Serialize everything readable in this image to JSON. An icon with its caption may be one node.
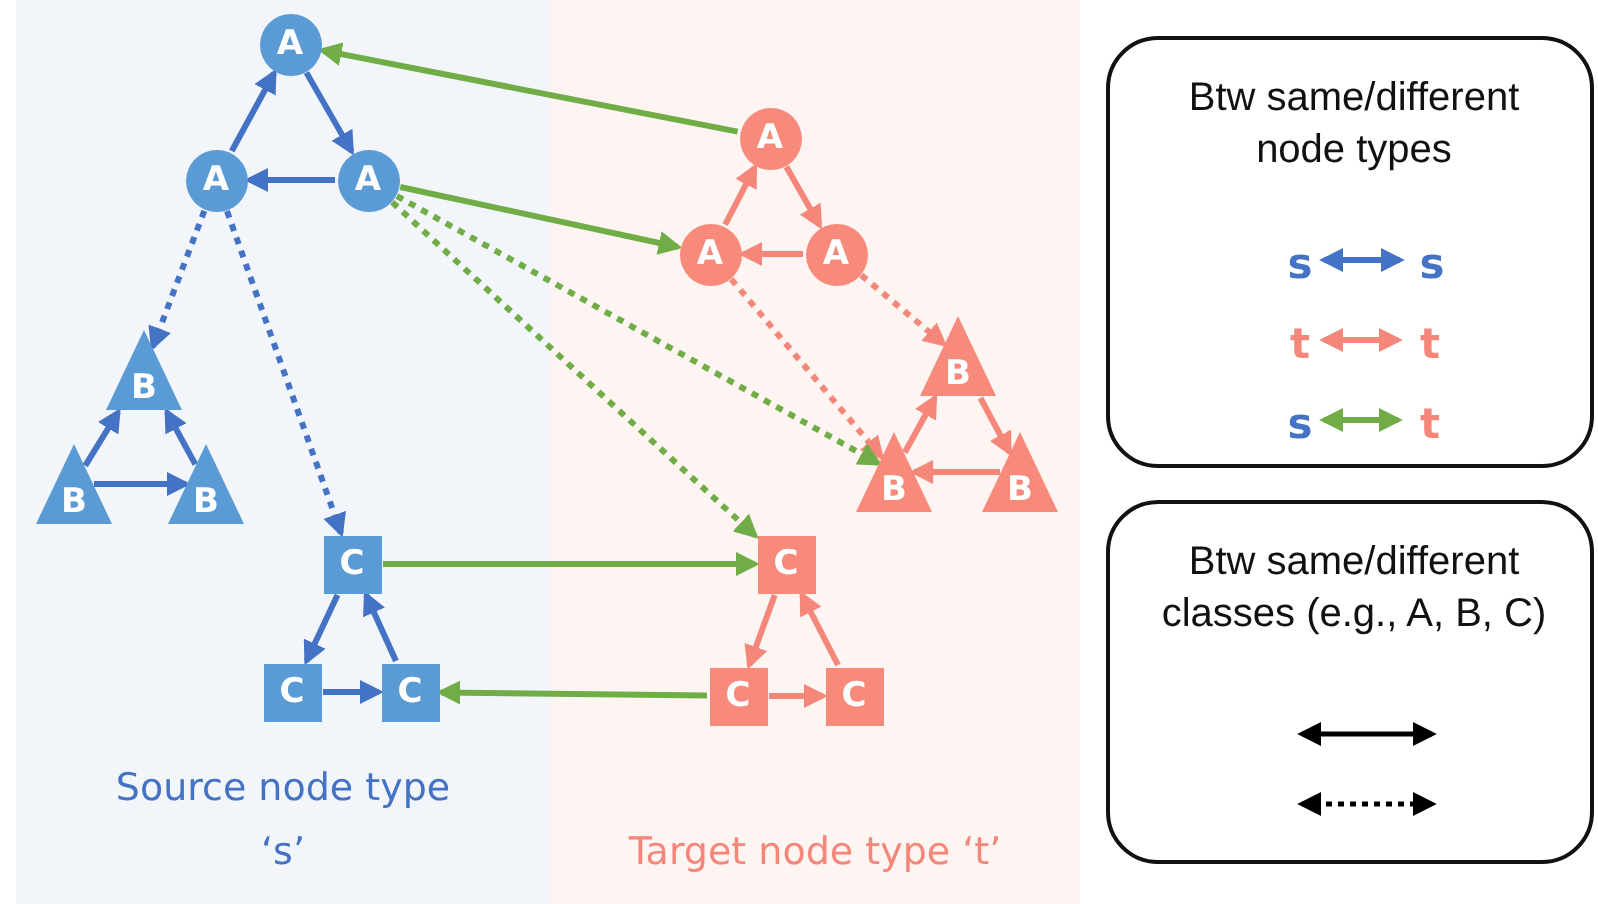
{
  "diagram": {
    "nodes": [
      {
        "text": [
          "Source node type ‘s’"
        ]
      },
      {
        "text": [
          "A"
        ],
        "in": 0
      },
      {
        "text": [
          "A"
        ],
        "in": 0
      },
      {
        "text": [
          "A"
        ],
        "in": 0
      },
      {
        "text": [
          "B"
        ],
        "in": 0
      },
      {
        "text": [
          "B"
        ],
        "in": 0
      },
      {
        "text": [
          "B"
        ],
        "in": 0
      },
      {
        "text": [
          "C"
        ],
        "in": 0
      },
      {
        "text": [
          "C"
        ],
        "in": 0
      },
      {
        "text": [
          "C"
        ],
        "in": 0
      },
      {
        "text": [
          "Target node type ‘t’"
        ]
      },
      {
        "text": [
          "A"
        ],
        "in": 10
      },
      {
        "text": [
          "A"
        ],
        "in": 10
      },
      {
        "text": [
          "A"
        ],
        "in": 10
      },
      {
        "text": [
          "B"
        ],
        "in": 10
      },
      {
        "text": [
          "B"
        ],
        "in": 10
      },
      {
        "text": [
          "B"
        ],
        "in": 10
      },
      {
        "text": [
          "C"
        ],
        "in": 10
      },
      {
        "text": [
          "C"
        ],
        "in": 10
      },
      {
        "text": [
          "C"
        ],
        "in": 10
      },
      {
        "text": [
          "Btw same/different node types"
        ]
      },
      {
        "text": [
          "s"
        ],
        "in": 20
      },
      {
        "text": [
          "s"
        ],
        "in": 20
      },
      {
        "text": [
          "t"
        ],
        "in": 20
      },
      {
        "text": [
          "t"
        ],
        "in": 20
      },
      {
        "text": [
          "s"
        ],
        "in": 20
      },
      {
        "text": [
          "t"
        ],
        "in": 20
      },
      {
        "text": [
          "Btw same/different classes (e.g., A, B, C)"
        ]
      }
    ],
    "edges": [
      {
        "from": 2,
        "to": 1,
        "arrow": "to",
        "color": "#4472c4"
      },
      {
        "from": 1,
        "to": 3,
        "arrow": "to",
        "color": "#4472c4"
      },
      {
        "from": 3,
        "to": 2,
        "arrow": "to",
        "color": "#4472c4"
      },
      {
        "from": 2,
        "to": 4,
        "arrow": "to",
        "style": "dashed",
        "color": "#4472c4"
      },
      {
        "from": 2,
        "to": 7,
        "arrow": "to",
        "style": "dashed",
        "color": "#4472c4"
      },
      {
        "from": 5,
        "to": 4,
        "arrow": "to",
        "color": "#4472c4"
      },
      {
        "from": 6,
        "to": 4,
        "arrow": "to",
        "color": "#4472c4"
      },
      {
        "from": 5,
        "to": 6,
        "arrow": "to",
        "color": "#4472c4"
      },
      {
        "from": 7,
        "to": 8,
        "arrow": "to",
        "color": "#4472c4"
      },
      {
        "from": 9,
        "to": 7,
        "arrow": "to",
        "color": "#4472c4"
      },
      {
        "from": 8,
        "to": 9,
        "arrow": "to",
        "color": "#4472c4"
      },
      {
        "from": 12,
        "to": 11,
        "arrow": "to",
        "color": "#f4877a"
      },
      {
        "from": 11,
        "to": 13,
        "arrow": "to",
        "color": "#f4877a"
      },
      {
        "from": 13,
        "to": 12,
        "arrow": "to",
        "color": "#f4877a"
      },
      {
        "from": 13,
        "to": 14,
        "arrow": "to",
        "style": "dashed",
        "color": "#f4877a"
      },
      {
        "from": 12,
        "to": 15,
        "arrow": "to",
        "style": "dashed",
        "color": "#f4877a"
      },
      {
        "from": 15,
        "to": 14,
        "arrow": "to",
        "color": "#f4877a"
      },
      {
        "from": 14,
        "to": 16,
        "arrow": "to",
        "color": "#f4877a"
      },
      {
        "from": 16,
        "to": 15,
        "arrow": "to",
        "color": "#f4877a"
      },
      {
        "from": 17,
        "to": 18,
        "arrow": "to",
        "color": "#f4877a"
      },
      {
        "from": 19,
        "to": 17,
        "arrow": "to",
        "color": "#f4877a"
      },
      {
        "from": 18,
        "to": 19,
        "arrow": "to",
        "color": "#f4877a"
      },
      {
        "from": 11,
        "to": 1,
        "arrow": "to",
        "color": "#70ad47"
      },
      {
        "from": 3,
        "to": 12,
        "arrow": "to",
        "color": "#70ad47"
      },
      {
        "from": 3,
        "to": 15,
        "arrow": "to",
        "style": "dashed",
        "color": "#70ad47"
      },
      {
        "from": 3,
        "to": 17,
        "arrow": "to",
        "style": "dashed",
        "color": "#70ad47"
      },
      {
        "from": 7,
        "to": 17,
        "arrow": "to",
        "color": "#70ad47"
      },
      {
        "from": 18,
        "to": 9,
        "arrow": "to",
        "color": "#70ad47"
      },
      {
        "from": 21,
        "to": 22,
        "arrow": "both",
        "color": "#4472c4"
      },
      {
        "from": 23,
        "to": 24,
        "arrow": "both",
        "color": "#f4877a"
      },
      {
        "from": 25,
        "to": 26,
        "arrow": "both",
        "color": "#70ad47"
      }
    ]
  }
}
